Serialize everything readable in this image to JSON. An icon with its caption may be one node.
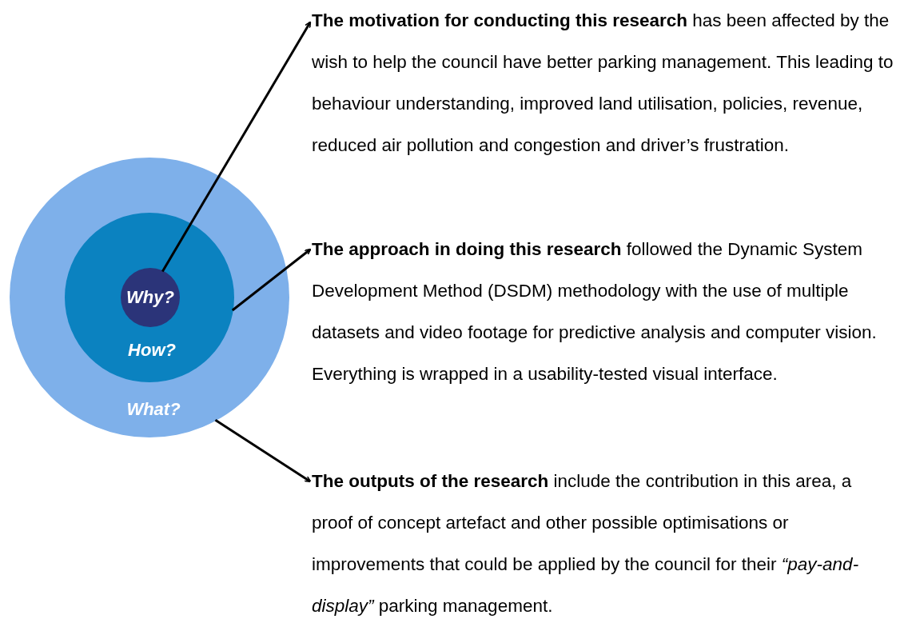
{
  "diagram": {
    "nodes": [
      {
        "text": [
          "What?"
        ]
      },
      {
        "text": [
          "How?"
        ],
        "in": 0
      },
      {
        "text": [
          "Why?"
        ],
        "in": 1
      },
      {
        "text": [
          "**The motivation for conducting this research** has been affected by the wish to help the council have better parking management. This leading to behaviour understanding, improved land utilisation, policies, revenue, reduced air pollution and congestion and driver’s frustration."
        ]
      },
      {
        "text": [
          "**The approach in doing this research** followed the Dynamic System Development Method (DSDM) methodology with the use of multiple datasets and video footage for predictive analysis and computer vision. Everything is wrapped in a usability-tested visual interface."
        ]
      },
      {
        "text": [
          "**The outputs of the research** include the contribution in this area, a proof of concept artefact and other possible optimisations or improvements that could be applied by the council for their *“pay-and-display”* parking management."
        ]
      }
    ],
    "edges": [
      {
        "from": 2,
        "to": 3,
        "arrow": "to"
      },
      {
        "from": 1,
        "to": 4,
        "arrow": "to"
      },
      {
        "from": 0,
        "to": 5,
        "arrow": "to"
      }
    ]
  }
}
